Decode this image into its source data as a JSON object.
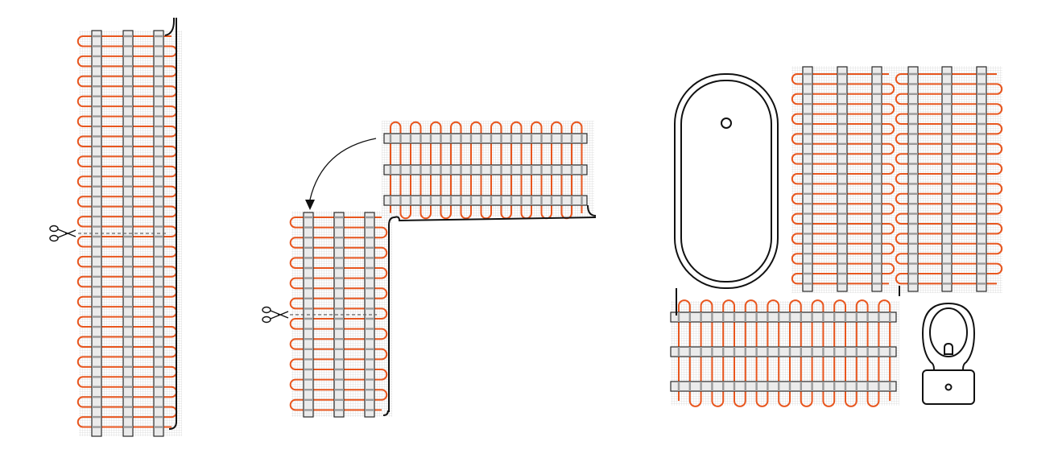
{
  "diagram": {
    "colors": {
      "cable": "#e8561e",
      "strip_fill": "#ebebeb",
      "strip_edge": "#2a2a2a",
      "cable_under_strip": "#9a9a9a",
      "mesh": "#d9d9d9",
      "wire": "#111111",
      "outline": "#111111"
    },
    "icons": [
      "scissors-icon",
      "curved-arrow-icon",
      "bathtub-icon",
      "toilet-icon"
    ],
    "mats": [
      {
        "name": "long-vertical-mat",
        "cable_runs": 40,
        "strips": 3
      },
      {
        "name": "rotated-horizontal-mat",
        "cable_runs": 20,
        "strips": 3
      },
      {
        "name": "cut-vertical-mat",
        "cable_runs": 20,
        "strips": 3
      },
      {
        "name": "bathroom-mat-left",
        "cable_runs": 22,
        "strips": 3
      },
      {
        "name": "bathroom-mat-right",
        "cable_runs": 22,
        "strips": 3
      },
      {
        "name": "bathroom-mat-bottom",
        "cable_runs": 20,
        "strips": 3
      }
    ]
  }
}
